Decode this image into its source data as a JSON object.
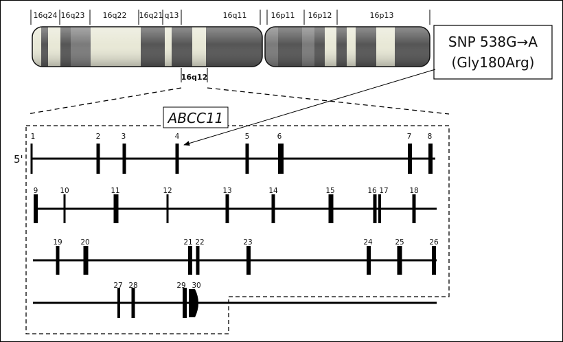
{
  "colors": {
    "background": "#ffffff",
    "ink": "#000000",
    "dark_band": "#555555",
    "mid_band": "#7a7a7a",
    "light_band": "#e8e8d6"
  },
  "chromosome": {
    "q_bands": [
      "16q24",
      "16q23",
      "16q22",
      "16q21",
      "q13",
      "16q11"
    ],
    "p_bands": [
      "16p11",
      "16p12",
      "16p13"
    ],
    "highlight_band": "16q12"
  },
  "gene": {
    "name": "ABCC11",
    "prime_label": "5'"
  },
  "snp": {
    "line1": "SNP 538G→A",
    "line2": "(Gly180Arg)"
  },
  "exon_rows": [
    [
      "1",
      "2",
      "3",
      "4",
      "5",
      "6",
      "7",
      "8"
    ],
    [
      "9",
      "10",
      "11",
      "12",
      "13",
      "14",
      "15",
      "16",
      "17",
      "18"
    ],
    [
      "19",
      "20",
      "21",
      "22",
      "23",
      "24",
      "25",
      "26"
    ],
    [
      "27",
      "28",
      "29",
      "30"
    ]
  ]
}
